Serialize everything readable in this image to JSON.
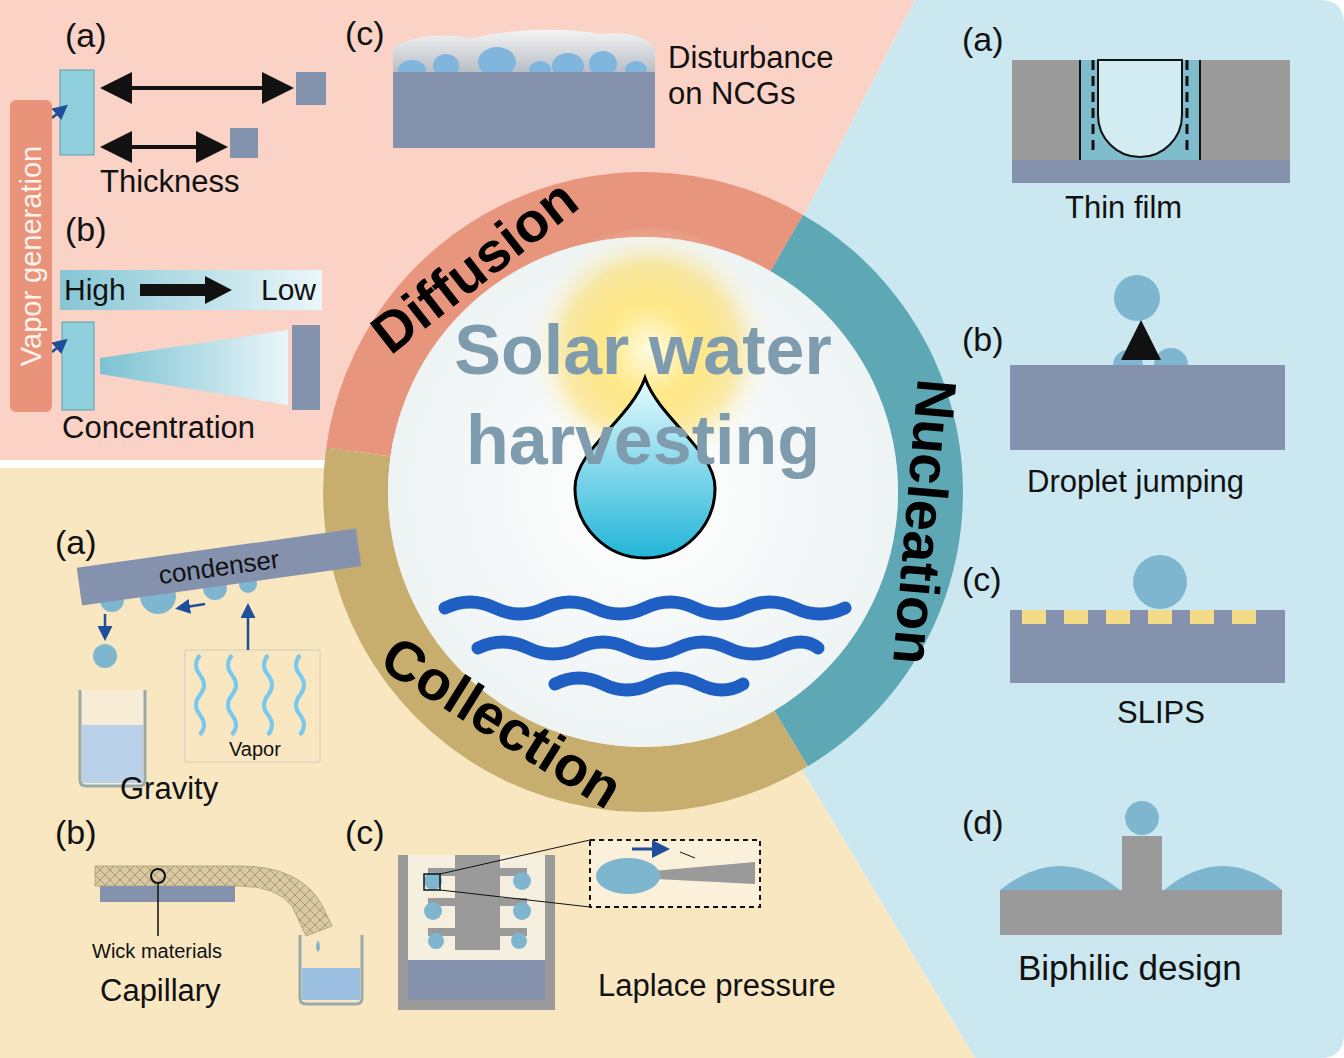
{
  "diagram": {
    "nodes": [
      {
        "text": [
          "Solar water harvesting"
        ]
      },
      {
        "text": [
          "Diffusion"
        ]
      },
      {
        "text": [
          "Nucleation"
        ]
      },
      {
        "text": [
          "Collection"
        ]
      },
      {
        "text": [
          "Vapor generation"
        ]
      },
      {
        "text": [
          "High",
          "Low"
        ]
      },
      {
        "text": [
          "condenser"
        ]
      }
    ],
    "labels": [
      "(a)",
      "Thickness",
      "(b)",
      "Concentration",
      "(c)",
      "Disturbance on NCGs",
      "(a)",
      "Thin film",
      "(b)",
      "Droplet jumping",
      "(c)",
      "SLIPS",
      "(d)",
      "Biphilic design",
      "(a)",
      "Vapor",
      "Gravity",
      "(b)",
      "Wick materials",
      "Capillary",
      "(c)",
      "Laplace pressure"
    ]
  }
}
